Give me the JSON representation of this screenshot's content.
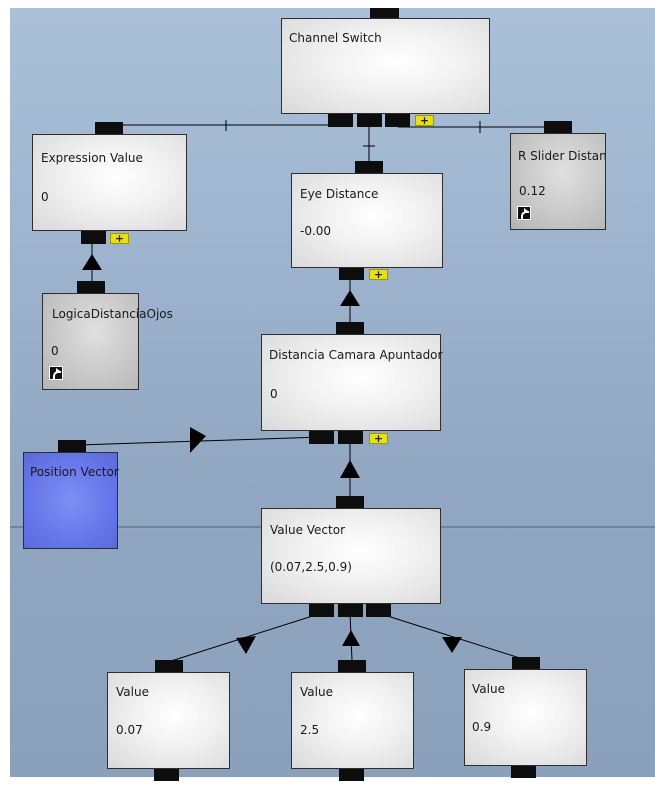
{
  "nodes": {
    "channel_switch": {
      "title": "Channel Switch"
    },
    "expression_value": {
      "title": "Expression Value",
      "value": "0",
      "plus": "+"
    },
    "eye_distance": {
      "title": "Eye Distance",
      "value": "-0.00",
      "plus": "+"
    },
    "r_slider": {
      "title": "R Slider  DistanciaOjos",
      "value": "0.12",
      "icon": "shortcut-arrow-icon"
    },
    "logica": {
      "title": "LogicaDistanciaOjos",
      "value": "0",
      "icon": "shortcut-arrow-icon"
    },
    "distancia_camara": {
      "title": "Distancia Camara Apuntador",
      "value": "0",
      "plus": "+"
    },
    "position_vector": {
      "title": "Position Vector"
    },
    "value_vector": {
      "title": "Value Vector",
      "value": "(0.07,2.5,0.9)"
    },
    "value_a": {
      "title": "Value",
      "value": "0.07"
    },
    "value_b": {
      "title": "Value",
      "value": "2.5"
    },
    "value_c": {
      "title": "Value",
      "value": "0.9"
    }
  },
  "channel_switch_plus": "+",
  "colors": {
    "background": "#9fb5cf",
    "node": "#f2f2f2",
    "node_shortcut": "#c6c6c6",
    "position_vector": "#6677ea",
    "port": "#0d0d0d",
    "plus_button": "#e8e010",
    "wire": "#000000"
  }
}
